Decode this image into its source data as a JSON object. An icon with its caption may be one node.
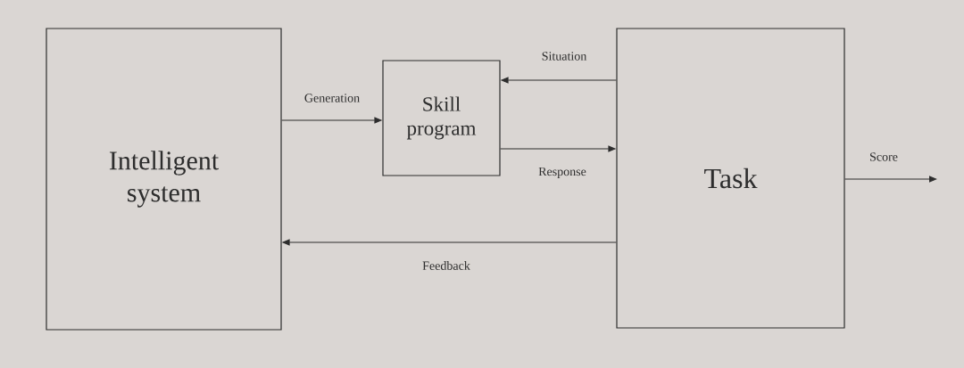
{
  "diagram": {
    "nodes": [
      {
        "text": [
          "Intelligent system"
        ]
      },
      {
        "text": [
          "Skill program"
        ]
      },
      {
        "text": [
          "Task"
        ]
      }
    ],
    "edges": [
      {
        "from": 0,
        "to": 1,
        "arrow": "to",
        "label": "Generation"
      },
      {
        "from": 2,
        "to": 1,
        "arrow": "to",
        "label": "Situation"
      },
      {
        "from": 1,
        "to": 2,
        "arrow": "to",
        "label": "Response"
      },
      {
        "from": 2,
        "to": 0,
        "arrow": "to",
        "label": "Feedback"
      },
      {
        "from": 2,
        "to": null,
        "arrow": "to",
        "label": "Score"
      }
    ]
  }
}
